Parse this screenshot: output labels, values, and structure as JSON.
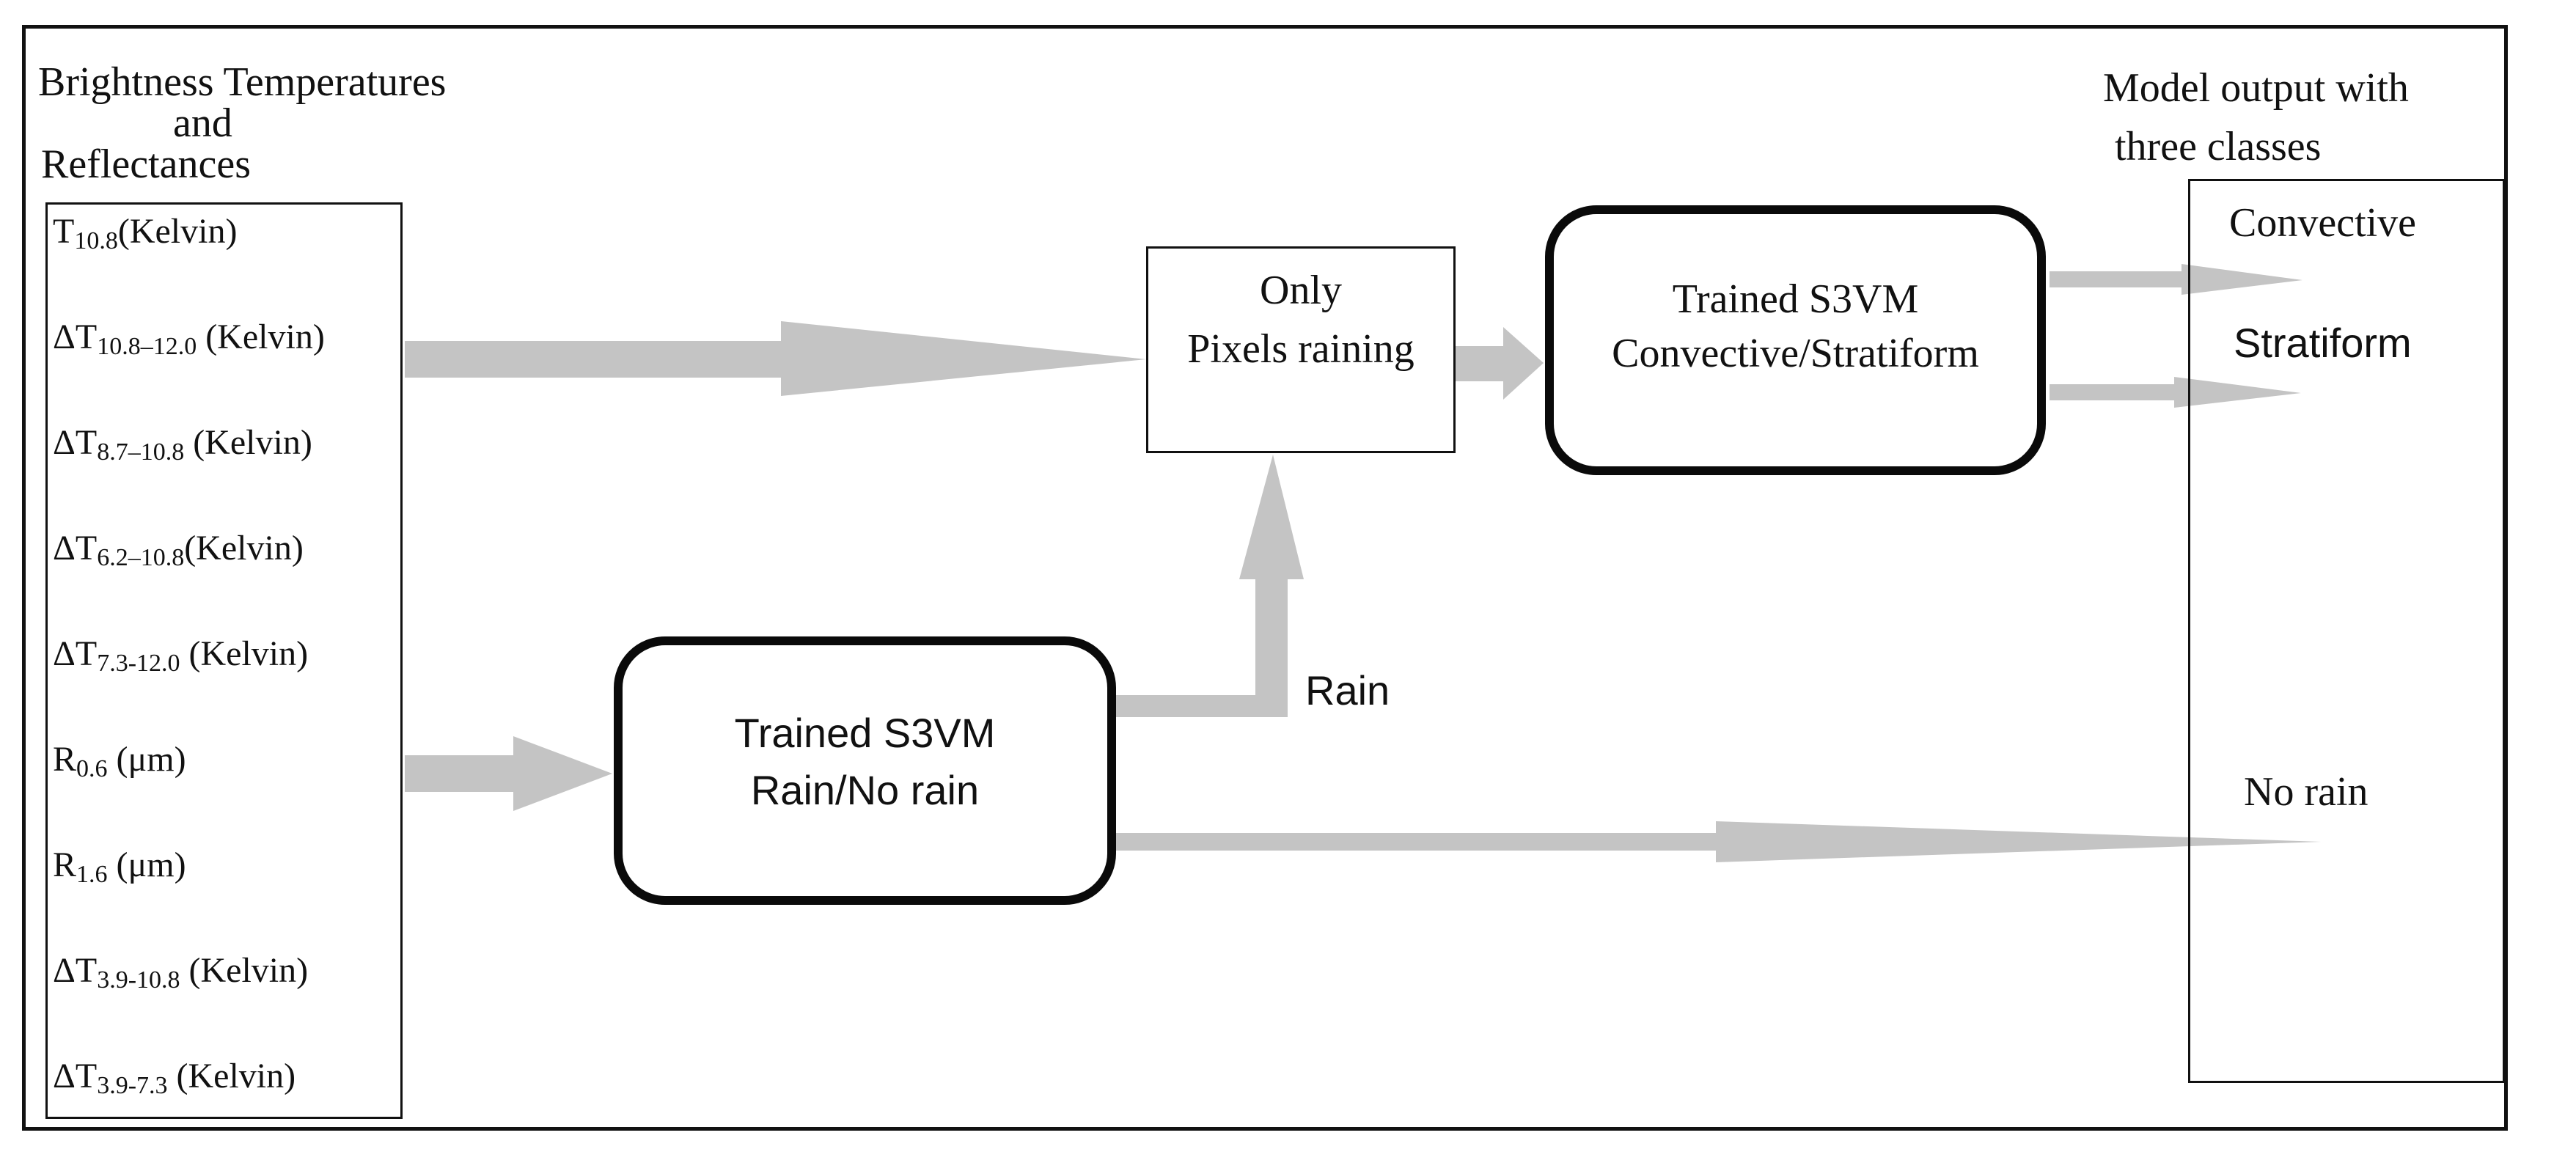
{
  "input_title": {
    "line1": "Brightness Temperatures",
    "line2": "and",
    "line3": "Reflectances"
  },
  "inputs": [
    {
      "prefix": "T",
      "sub": "10.8",
      "unit": "(Kelvin)"
    },
    {
      "prefix": "ΔT",
      "sub": "10.8–12.0",
      "unit": " (Kelvin)"
    },
    {
      "prefix": "ΔT",
      "sub": "8.7–10.8",
      "unit": " (Kelvin)"
    },
    {
      "prefix": "ΔT",
      "sub": "6.2–10.8",
      "unit": "(Kelvin)"
    },
    {
      "prefix": "ΔT",
      "sub": "7.3-12.0",
      "unit": " (Kelvin)"
    },
    {
      "prefix": "R",
      "sub": "0.6",
      "unit": " (μm)"
    },
    {
      "prefix": "R",
      "sub": "1.6",
      "unit": " (μm)"
    },
    {
      "prefix": "ΔT",
      "sub": "3.9-10.8",
      "unit": " (Kelvin)"
    },
    {
      "prefix": "ΔT",
      "sub": "3.9-7.3",
      "unit": " (Kelvin)"
    }
  ],
  "rain_classifier": {
    "line1": "Trained S3VM",
    "line2": "Rain/No rain"
  },
  "filter_box": {
    "line1": "Only",
    "line2": "Pixels raining"
  },
  "type_classifier": {
    "line1": "Trained S3VM",
    "line2": "Convective/Stratiform"
  },
  "rain_label": "Rain",
  "output_title": {
    "line1": "Model output with",
    "line2": "three classes"
  },
  "outputs": {
    "convective": "Convective",
    "stratiform": "Stratiform",
    "no_rain": "No rain"
  },
  "colors": {
    "arrow": "#c4c4c4",
    "border": "#111111"
  }
}
